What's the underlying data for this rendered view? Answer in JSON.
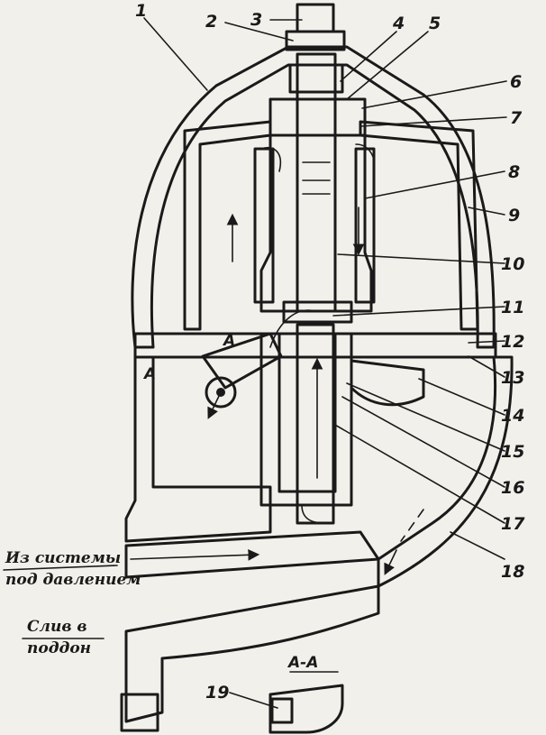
{
  "callouts": [
    "1",
    "2",
    "3",
    "4",
    "5",
    "6",
    "7",
    "8",
    "9",
    "10",
    "11",
    "12",
    "13",
    "14",
    "15",
    "16",
    "17",
    "18",
    "19"
  ],
  "labels": {
    "inlet_line1": "Из системы",
    "inlet_line2": "под давлением",
    "drain_line1": "Слив в",
    "drain_line2": "поддон",
    "section_title": "А-А",
    "section_mark_left": "А",
    "section_mark_right": "А"
  },
  "colors": {
    "ink": "#1a1a1a",
    "paper": "#f2f0ea"
  }
}
